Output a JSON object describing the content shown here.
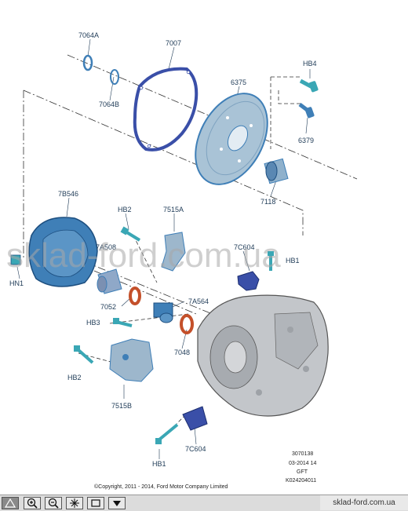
{
  "parts": {
    "p7064A": "7064A",
    "p7064B": "7064B",
    "p7007": "7007",
    "p6375": "6375",
    "pHB4": "HB4",
    "p6379": "6379",
    "p7B546": "7B546",
    "p7118": "7118",
    "pHB2top": "HB2",
    "p7515A": "7515A",
    "p7A508": "7A508",
    "p7C604top": "7C604",
    "pHB1right": "HB1",
    "pHN1": "HN1",
    "p7052": "7052",
    "p7A564": "7A564",
    "pHB3": "HB3",
    "p7048": "7048",
    "pHB2bottom": "HB2",
    "p7515B": "7515B",
    "p7C604bottom": "7C604",
    "pHB1bottom": "HB1"
  },
  "watermark": "sklad-ford.com.ua",
  "refcode": [
    "3070138",
    "03-2014 14",
    "GFT",
    "K024204011"
  ],
  "copyright": "©Copyright, 2011 - 2014, Ford Motor Company Limited",
  "footer_site": "sklad-ford.com.ua",
  "colors": {
    "part_blue": "#3f7fb7",
    "part_dark": "#1d4f80",
    "gasket": "#3a4fa8",
    "seal_orange": "#c4502a",
    "bolt": "#3aa7b5",
    "housing": "#b9bcc0"
  },
  "toolbar": {
    "icons": [
      "select-icon",
      "zoom-in-icon",
      "zoom-out-icon",
      "fit-icon",
      "back-icon",
      "menu-icon"
    ]
  }
}
